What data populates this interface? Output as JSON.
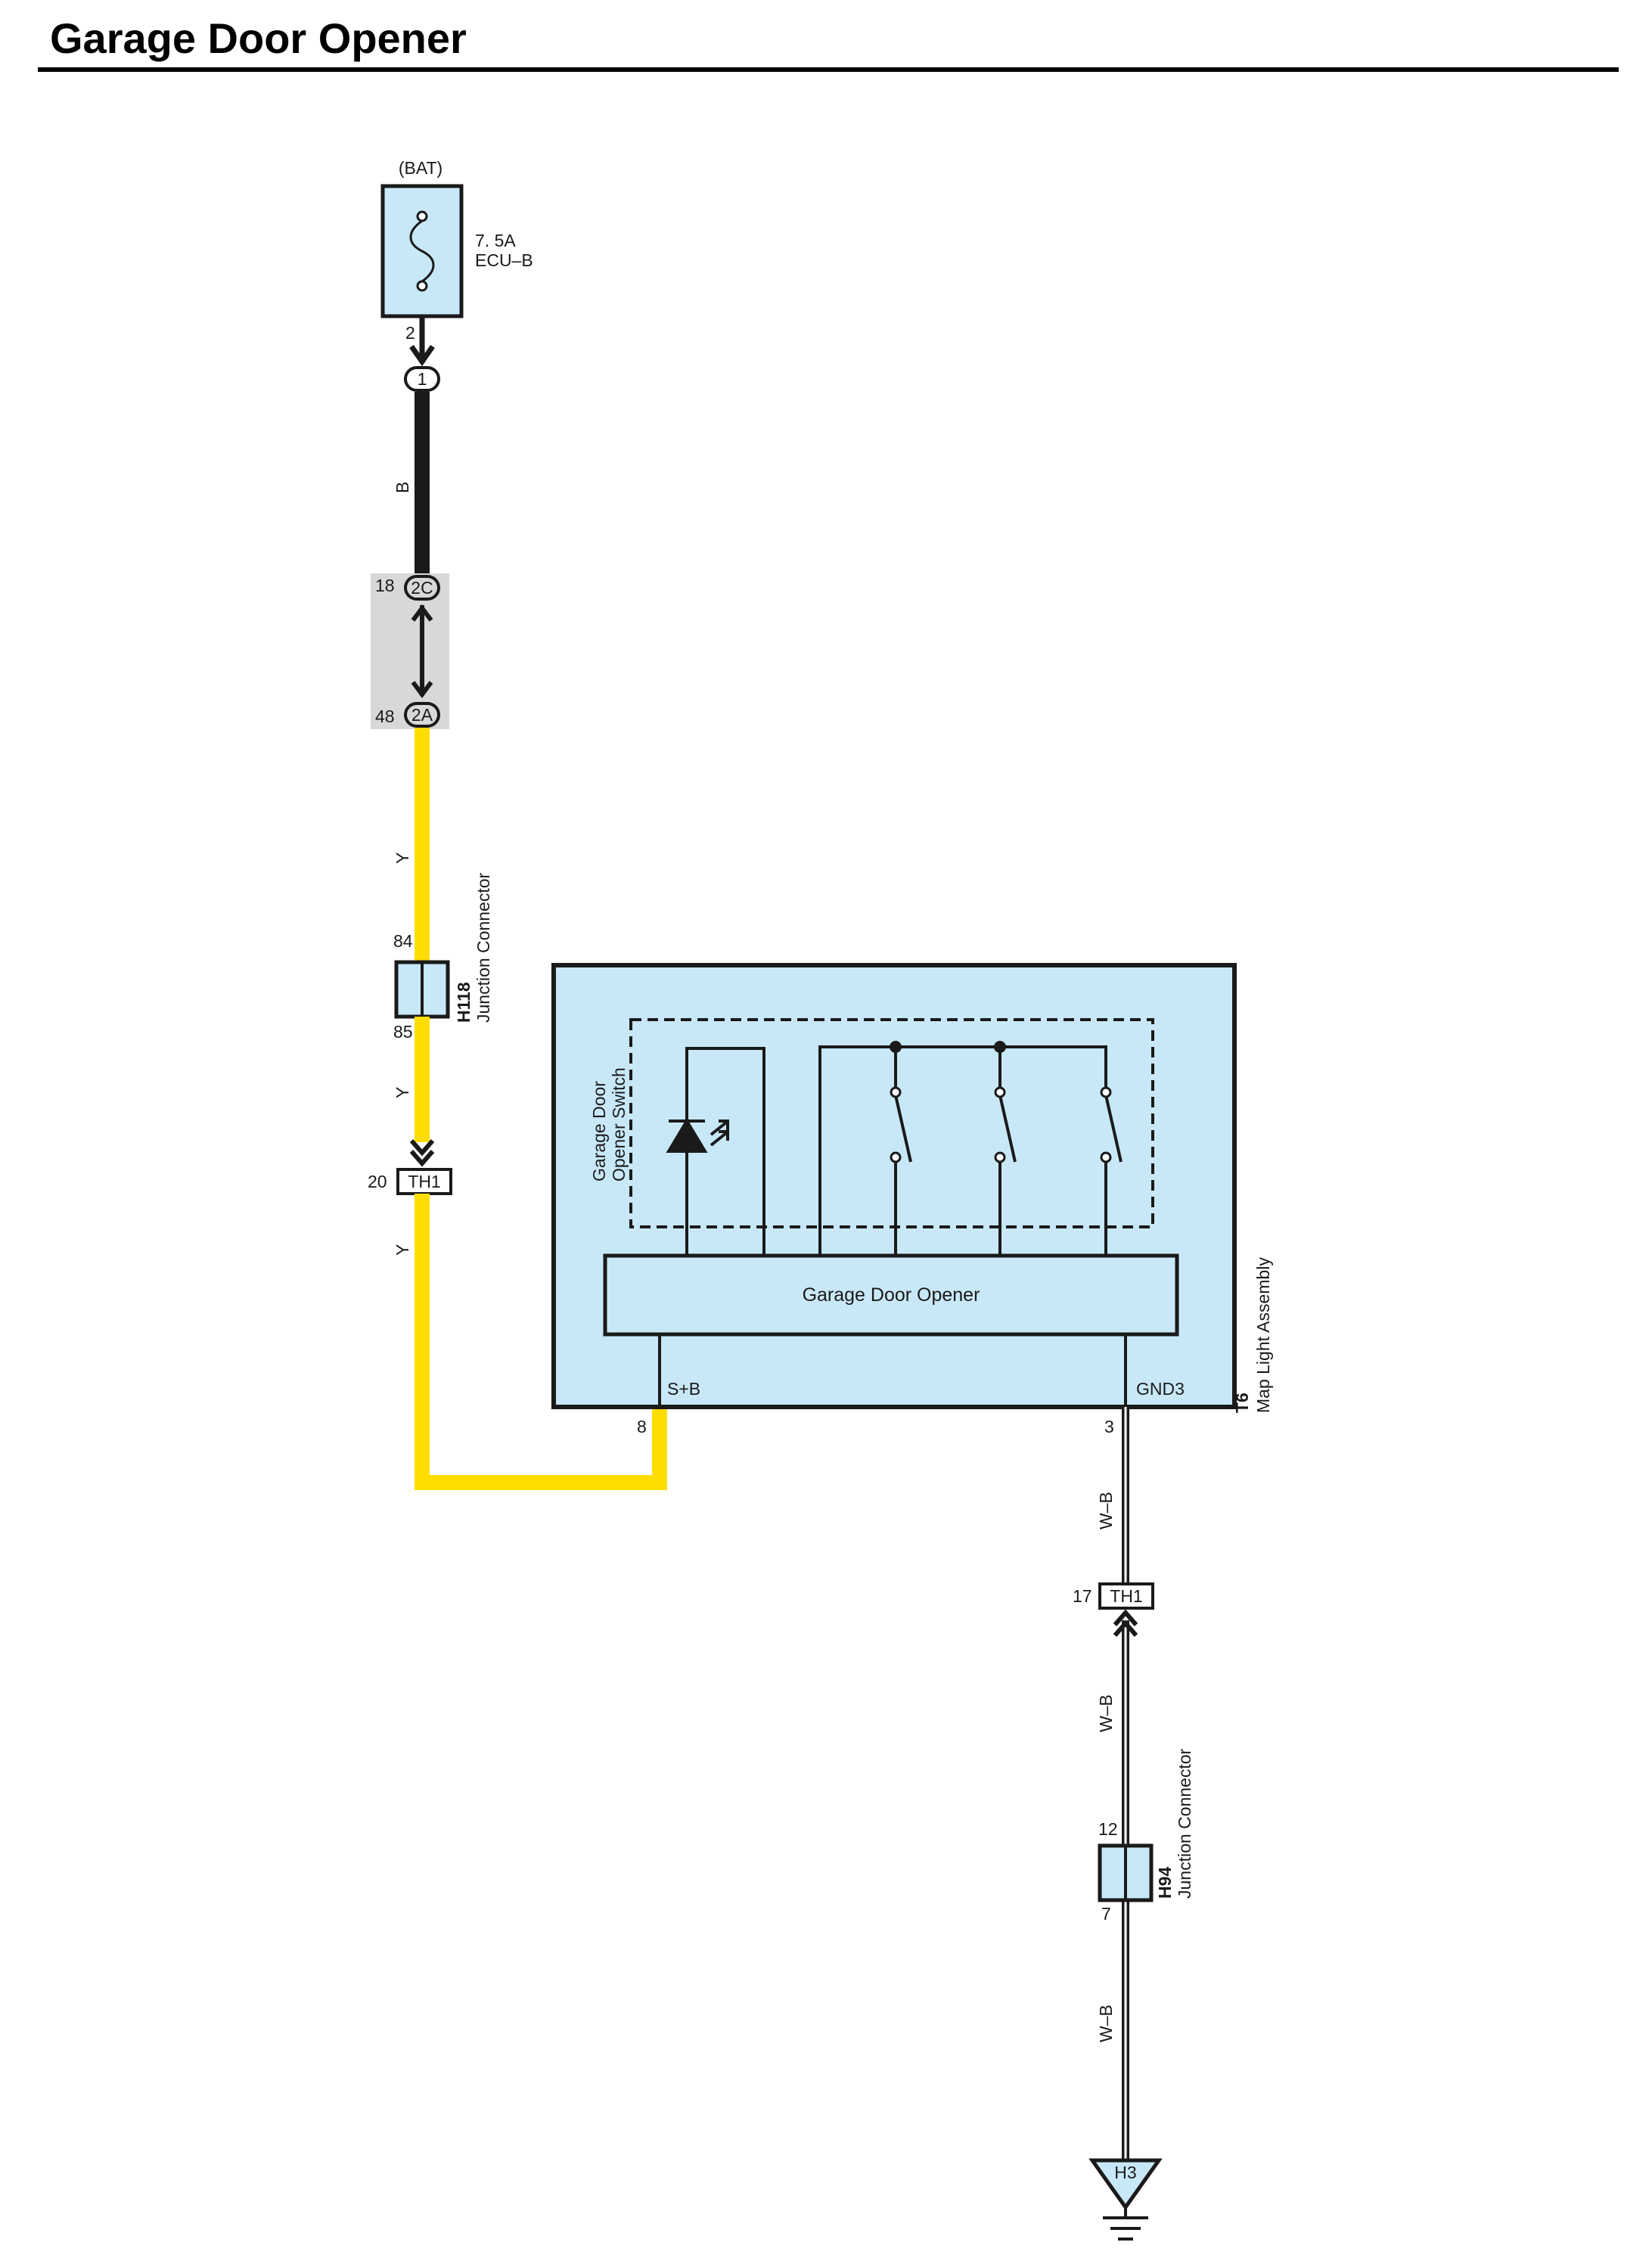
{
  "title": "Garage Door Opener",
  "colors": {
    "wire_b": "#1a1a1a",
    "wire_y": "#ffdd00",
    "component_fill": "#c8e8f8",
    "junction_fill": "#d8d8d8"
  },
  "fuse": {
    "source": "(BAT)",
    "rating": "7. 5A",
    "name": "ECU–B",
    "pin": "2"
  },
  "connector_1": {
    "label": "1"
  },
  "wire_b_label": "B",
  "junction_block": {
    "top_pin": "18",
    "top_conn": "2C",
    "bottom_pin": "48",
    "bottom_conn": "2A"
  },
  "wire_y_labels": [
    "Y",
    "Y",
    "Y"
  ],
  "h118": {
    "id": "H118",
    "name": "Junction Connector",
    "pin_in": "84",
    "pin_out": "85"
  },
  "th1_top": {
    "pin": "20",
    "label": "TH1"
  },
  "t6": {
    "id": "T6",
    "name": "Map Light Assembly",
    "switch_label_line1": "Garage Door",
    "switch_label_line2": "Opener Switch",
    "opener_label": "Garage Door Opener",
    "pin_sb": "S+B",
    "pin_gnd": "GND3",
    "pin_sb_num": "8",
    "pin_gnd_num": "3"
  },
  "wire_wb_labels": [
    "W–B",
    "W–B",
    "W–B"
  ],
  "th1_bottom": {
    "pin": "17",
    "label": "TH1"
  },
  "h94": {
    "id": "H94",
    "name": "Junction Connector",
    "pin_in": "12",
    "pin_out": "7"
  },
  "ground": {
    "label": "H3"
  }
}
